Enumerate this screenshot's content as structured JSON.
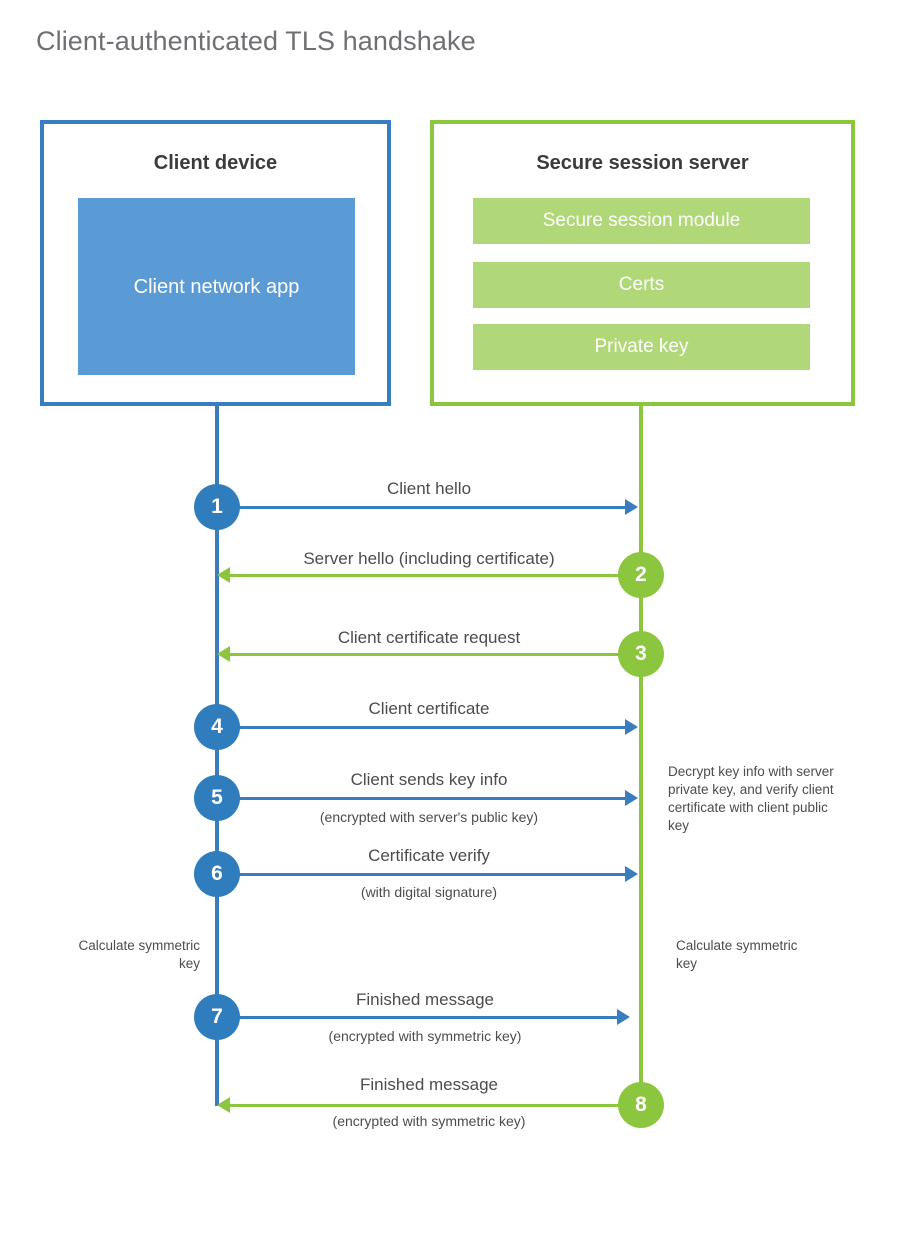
{
  "title": "Client-authenticated TLS handshake",
  "colors": {
    "client_accent": "#3a7dbf",
    "server_accent": "#8cc63e",
    "client_block": "#5b9bd5",
    "server_block": "#b0d878",
    "title_text": "#6e7073",
    "body_text": "#4c4c4e"
  },
  "client": {
    "title": "Client device",
    "app_label": "Client network app"
  },
  "server": {
    "title": "Secure session server",
    "blocks": [
      {
        "label": "Secure session module"
      },
      {
        "label": "Certs"
      },
      {
        "label": "Private key"
      }
    ]
  },
  "messages": [
    {
      "step": "1",
      "label": "Client hello",
      "sub": "",
      "direction": "client-to-server",
      "color": "blue"
    },
    {
      "step": "2",
      "label": "Server hello (including certificate)",
      "sub": "",
      "direction": "server-to-client",
      "color": "green"
    },
    {
      "step": "3",
      "label": "Client certificate request",
      "sub": "",
      "direction": "server-to-client",
      "color": "green"
    },
    {
      "step": "4",
      "label": "Client certificate",
      "sub": "",
      "direction": "client-to-server",
      "color": "blue"
    },
    {
      "step": "5",
      "label": "Client sends key info",
      "sub": "(encrypted with server's public key)",
      "direction": "client-to-server",
      "color": "blue"
    },
    {
      "step": "6",
      "label": "Certificate verify",
      "sub": "(with digital signature)",
      "direction": "client-to-server",
      "color": "blue"
    },
    {
      "step": "7",
      "label": "Finished message",
      "sub": "(encrypted with symmetric key)",
      "direction": "client-to-server",
      "color": "blue"
    },
    {
      "step": "8",
      "label": "Finished message",
      "sub": "(encrypted with symmetric key)",
      "direction": "server-to-client",
      "color": "green"
    }
  ],
  "notes": {
    "server_decrypt": "Decrypt key info with server private key, and verify client certificate with client public key",
    "client_calculate": "Calculate symmetric key",
    "server_calculate": "Calculate symmetric key"
  }
}
